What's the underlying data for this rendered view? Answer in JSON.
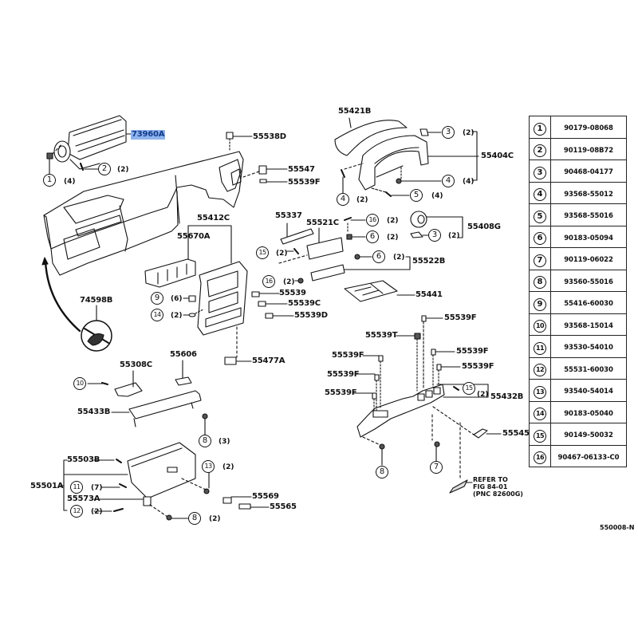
{
  "diagram": {
    "title": "Instrument panel & glove compartment parts diagram",
    "highlight_color": "#8fb4ee",
    "reference_code": "550008-N",
    "callouts": [
      {
        "id": "c-73960A",
        "text": "73960A",
        "highlighted": true
      },
      {
        "id": "c-55538D",
        "text": "55538D"
      },
      {
        "id": "c-55547",
        "text": "55547"
      },
      {
        "id": "c-55539F-a",
        "text": "55539F"
      },
      {
        "id": "c-55421B",
        "text": "55421B"
      },
      {
        "id": "c-55404C",
        "text": "55404C"
      },
      {
        "id": "c-55412C",
        "text": "55412C"
      },
      {
        "id": "c-55670A",
        "text": "55670A"
      },
      {
        "id": "c-55337",
        "text": "55337"
      },
      {
        "id": "c-55521C",
        "text": "55521C"
      },
      {
        "id": "c-55408G",
        "text": "55408G"
      },
      {
        "id": "c-55522B",
        "text": "55522B"
      },
      {
        "id": "c-55539",
        "text": "55539"
      },
      {
        "id": "c-55539C",
        "text": "55539C"
      },
      {
        "id": "c-55539D",
        "text": "55539D"
      },
      {
        "id": "c-55441",
        "text": "55441"
      },
      {
        "id": "c-74598B",
        "text": "74598B"
      },
      {
        "id": "c-55477A",
        "text": "55477A"
      },
      {
        "id": "c-55308C",
        "text": "55308C"
      },
      {
        "id": "c-55606",
        "text": "55606"
      },
      {
        "id": "c-55433B",
        "text": "55433B"
      },
      {
        "id": "c-55539F-b",
        "text": "55539F"
      },
      {
        "id": "c-55539T",
        "text": "55539T"
      },
      {
        "id": "c-55539F-c",
        "text": "55539F"
      },
      {
        "id": "c-55539F-d",
        "text": "55539F"
      },
      {
        "id": "c-55539F-e",
        "text": "55539F"
      },
      {
        "id": "c-55539F-f",
        "text": "55539F"
      },
      {
        "id": "c-55539F-g",
        "text": "55539F"
      },
      {
        "id": "c-55432B",
        "text": "55432B"
      },
      {
        "id": "c-55545",
        "text": "55545"
      },
      {
        "id": "c-55503B",
        "text": "55503B"
      },
      {
        "id": "c-55501A",
        "text": "55501A"
      },
      {
        "id": "c-55573A",
        "text": "55573A"
      },
      {
        "id": "c-55569",
        "text": "55569"
      },
      {
        "id": "c-55565",
        "text": "55565"
      }
    ],
    "fasteners": [
      {
        "num": "1",
        "qty": "(4)"
      },
      {
        "num": "2",
        "qty": "(2)"
      },
      {
        "num": "3",
        "qty": "(2)"
      },
      {
        "num": "4",
        "qty": "(4)"
      },
      {
        "num": "4",
        "qty": "(2)"
      },
      {
        "num": "5",
        "qty": "(4)"
      },
      {
        "num": "16",
        "qty": "(2)"
      },
      {
        "num": "6",
        "qty": "(2)"
      },
      {
        "num": "3",
        "qty": "(2)"
      },
      {
        "num": "6",
        "qty": "(2)"
      },
      {
        "num": "15",
        "qty": "(2)"
      },
      {
        "num": "16",
        "qty": "(2)"
      },
      {
        "num": "9",
        "qty": "(6)"
      },
      {
        "num": "14",
        "qty": "(2)"
      },
      {
        "num": "10",
        "qty": ""
      },
      {
        "num": "8",
        "qty": "(3)"
      },
      {
        "num": "15",
        "qty": "(2)"
      },
      {
        "num": "8",
        "qty": ""
      },
      {
        "num": "7",
        "qty": ""
      },
      {
        "num": "13",
        "qty": "(2)"
      },
      {
        "num": "11",
        "qty": "(7)"
      },
      {
        "num": "12",
        "qty": "(2)"
      },
      {
        "num": "8",
        "qty": "(2)"
      }
    ],
    "refer_note": "REFER TO\nFIG 84-01\n(PNC 82600G)"
  },
  "parts_table": [
    {
      "no": "1",
      "part": "90179-08068"
    },
    {
      "no": "2",
      "part": "90119-08B72"
    },
    {
      "no": "3",
      "part": "90468-04177"
    },
    {
      "no": "4",
      "part": "93568-55012"
    },
    {
      "no": "5",
      "part": "93568-55016"
    },
    {
      "no": "6",
      "part": "90183-05094"
    },
    {
      "no": "7",
      "part": "90119-06022"
    },
    {
      "no": "8",
      "part": "93560-55016"
    },
    {
      "no": "9",
      "part": "55416-60030"
    },
    {
      "no": "10",
      "part": "93568-15014"
    },
    {
      "no": "11",
      "part": "93530-54010"
    },
    {
      "no": "12",
      "part": "55531-60030"
    },
    {
      "no": "13",
      "part": "93540-54014"
    },
    {
      "no": "14",
      "part": "90183-05040"
    },
    {
      "no": "15",
      "part": "90149-50032"
    },
    {
      "no": "16",
      "part": "90467-06133-C0"
    }
  ]
}
